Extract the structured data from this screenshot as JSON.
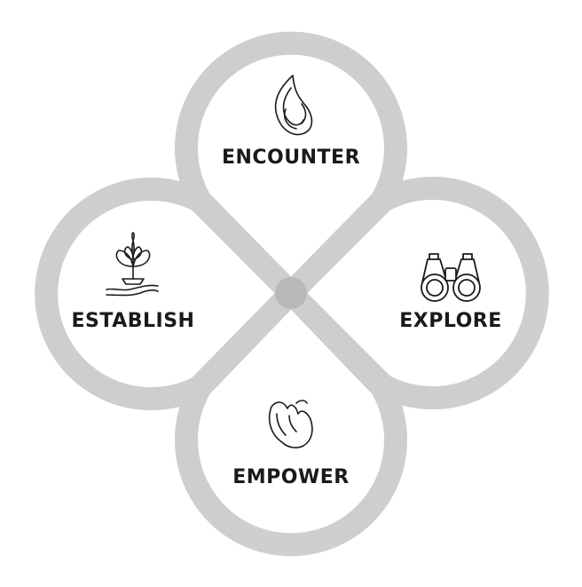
{
  "diagram": {
    "ring_color": "#cfcfcf",
    "ring_overlap_color": "#b9b9b9",
    "icon_color": "#1a1a1a",
    "petals": [
      {
        "id": "top",
        "label": "ENCOUNTER",
        "icon": "flame-icon"
      },
      {
        "id": "right",
        "label": "EXPLORE",
        "icon": "binoculars-icon"
      },
      {
        "id": "bottom",
        "label": "EMPOWER",
        "icon": "dove-icon"
      },
      {
        "id": "left",
        "label": "ESTABLISH",
        "icon": "sprout-in-hand-icon"
      }
    ]
  }
}
